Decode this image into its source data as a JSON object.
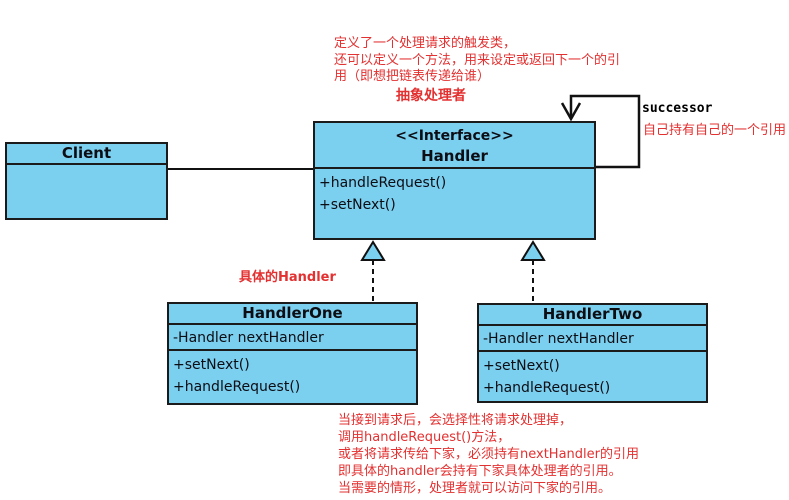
{
  "colors": {
    "box_fill": "#7bcfef",
    "box_border": "#1b1b1b",
    "note_red": "#e33030",
    "connector_black": "#111111"
  },
  "notes": {
    "top_lines": [
      "定义了一个处理请求的触发类，",
      "还可以定义一个方法，用来设定或返回下一个的引",
      "用（即想把链表传递给谁）"
    ],
    "top_title": "抽象处理者",
    "successor_label": "successor",
    "successor_note": "自己持有自己的一个引用",
    "concrete_label": "具体的Handler",
    "bottom_lines": [
      "当接到请求后，会选择性将请求处理掉，",
      "调用handleRequest()方法，",
      "或者将请求传给下家，必须持有nextHandler的引用",
      "即具体的handler会持有下家具体处理者的引用。",
      "当需要的情形，处理者就可以访问下家的引用。"
    ]
  },
  "classes": {
    "client": {
      "name": "Client"
    },
    "handler": {
      "stereotype": "<<Interface>>",
      "name": "Handler",
      "methods": [
        "+handleRequest()",
        "+setNext()"
      ]
    },
    "handler_one": {
      "name": "HandlerOne",
      "attributes": [
        "-Handler nextHandler"
      ],
      "methods": [
        "+setNext()",
        "+handleRequest()"
      ]
    },
    "handler_two": {
      "name": "HandlerTwo",
      "attributes": [
        "-Handler nextHandler"
      ],
      "methods": [
        "+setNext()",
        "+handleRequest()"
      ]
    }
  }
}
